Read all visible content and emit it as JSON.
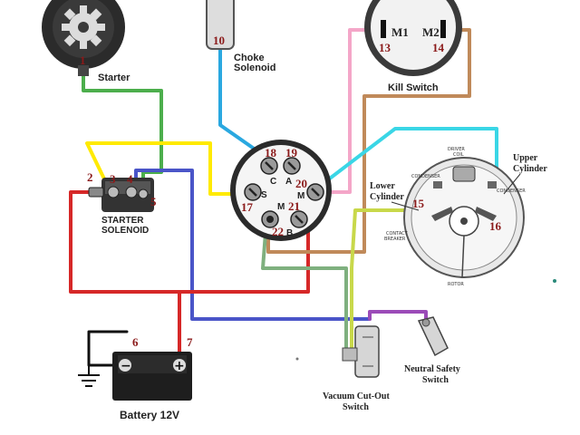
{
  "labels": {
    "starter": "Starter",
    "choke_line1": "Choke",
    "choke_line2": "Solenoid",
    "kill_switch": "Kill Switch",
    "starter_solenoid_line1": "STARTER",
    "starter_solenoid_line2": "SOLENOID",
    "upper_cylinder_line1": "Upper",
    "upper_cylinder_line2": "Cylinder",
    "lower_cylinder_line1": "Lower",
    "lower_cylinder_line2": "Cylinder",
    "driver_coil_line1": "DRIVER",
    "driver_coil_line2": "COIL",
    "condenser_left": "CONDENSER",
    "condenser_right": "CONDENSER",
    "contact_breaker_line1": "CONTACT",
    "contact_breaker_line2": "BREAKER",
    "rotor": "ROTOR",
    "battery": "Battery  12V",
    "vacuum_line1": "Vacuum Cut-Out",
    "vacuum_line2": "Switch",
    "neutral_line1": "Neutral Safety",
    "neutral_line2": "Switch",
    "m1": "M1",
    "m2": "M2",
    "ignition_C": "C",
    "ignition_A": "A",
    "ignition_S": "S",
    "ignition_M_top": "M",
    "ignition_M_bottom": "M",
    "ignition_B": "B",
    "battery_minus": "−",
    "battery_plus": "+"
  },
  "terminals": {
    "t1": "1",
    "t2": "2",
    "t3": "3",
    "t4": "4",
    "t5": "5",
    "t6": "6",
    "t7": "7",
    "t10": "10",
    "t13": "13",
    "t14": "14",
    "t15": "15",
    "t16": "16",
    "t17": "17",
    "t18": "18",
    "t19": "19",
    "t20": "20",
    "t21": "21",
    "t22": "22"
  },
  "wire_colors": {
    "green": "#4cae4c",
    "yellow": "#ffea00",
    "blue": "#4a55c8",
    "red": "#d62828",
    "light_blue": "#2aa8e0",
    "cyan": "#3ad6e6",
    "pink": "#f4a6c8",
    "tan": "#c08a5a",
    "sage": "#7fb07f",
    "yellow_green": "#c8d84a",
    "purple": "#9b4bb8",
    "black": "#111111"
  }
}
